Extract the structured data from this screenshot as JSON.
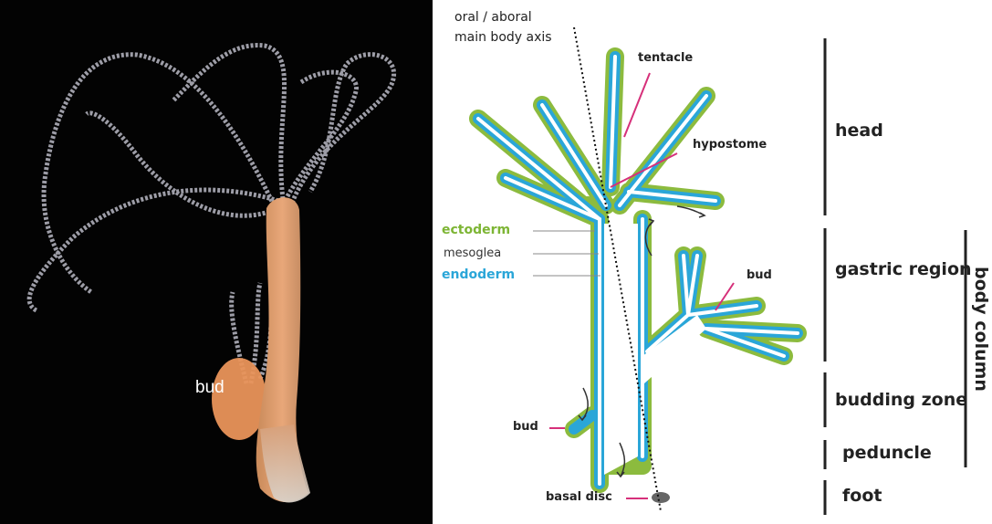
{
  "photo": {
    "bud_label": "bud"
  },
  "diagram": {
    "axis_label_line1": "oral / aboral",
    "axis_label_line2": "main body axis",
    "parts": {
      "tentacle": "tentacle",
      "hypostome": "hypostome",
      "bud_upper": "bud",
      "bud_lower": "bud",
      "basal_disc": "basal disc"
    },
    "layers": {
      "ectoderm": "ectoderm",
      "mesoglea": "mesoglea",
      "endoderm": "endoderm"
    },
    "regions": {
      "head": "head",
      "gastric_region": "gastric region",
      "budding_zone": "budding zone",
      "peduncle": "peduncle",
      "foot": "foot"
    },
    "body_column": "body column",
    "colors": {
      "ectoderm": "#8cbb3e",
      "endoderm": "#2aa6d8",
      "pointer": "#d6307a"
    }
  }
}
